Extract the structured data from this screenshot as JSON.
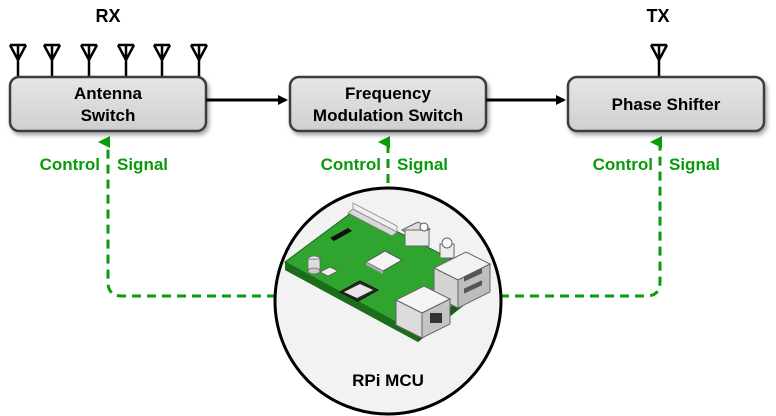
{
  "labels": {
    "rx": "RX",
    "tx": "TX",
    "mcu": "RPi MCU"
  },
  "blocks": {
    "antenna_switch": [
      "Antenna",
      "Switch"
    ],
    "freq_mod_switch": [
      "Frequency",
      "Modulation Switch"
    ],
    "phase_shifter": [
      "Phase Shifter"
    ]
  },
  "control": {
    "left_word": "Control",
    "right_word": "Signal"
  },
  "colors": {
    "box_fill": "#d9d9d9",
    "box_stroke": "#3c3c3c",
    "control_line": "#0a9a0a",
    "board_green": "#2a9a2a",
    "arrow": "#000000"
  },
  "icons": {
    "antenna": "antenna-icon",
    "board": "raspberry-pi-board-icon"
  }
}
